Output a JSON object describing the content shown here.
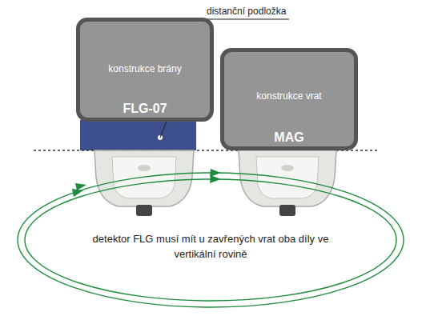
{
  "diagram": {
    "nodes": [
      {
        "text": [
          "konstrukce brány",
          "FLG-07"
        ]
      },
      {
        "text": [
          "konstrukce vrat",
          "MAG"
        ]
      }
    ],
    "labels": [
      "distanční podložka",
      "detektor FLG musí mít u zavřených vrat oba díly ve vertikální rovině"
    ]
  }
}
